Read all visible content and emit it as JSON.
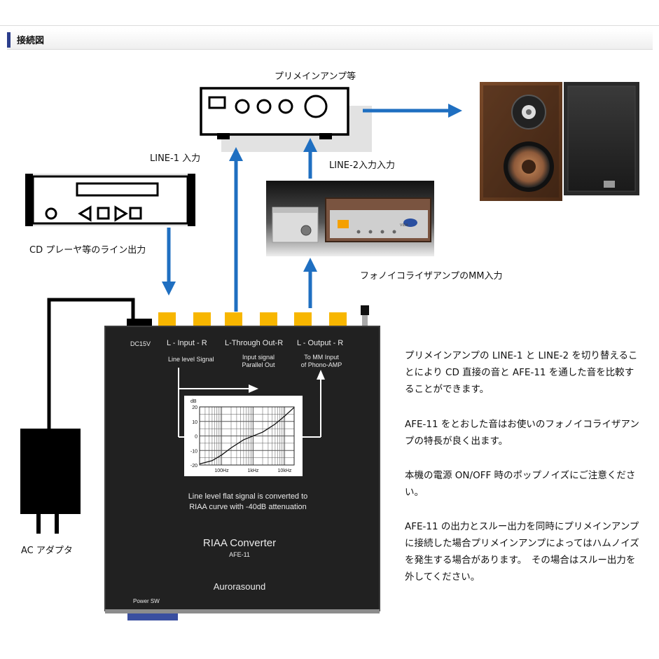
{
  "section": {
    "title": "接続図"
  },
  "labels": {
    "preamp": "プリメインアンプ等",
    "line1": "LINE-1 入力",
    "line2": "LINE-2入力入力",
    "cd": "CD プレーヤ等のライン出力",
    "phono": "フォノイコライザアンプのMM入力",
    "ac": "AC アダプタ"
  },
  "device": {
    "dc15v": "DC15V",
    "input": "L - Input - R",
    "through": "L-Through Out-R",
    "output": "L -  Output - R",
    "line_level": "Line level Signal",
    "input_parallel_1": "Input signal",
    "input_parallel_2": "Parallel Out",
    "to_mm_1": "To MM Input",
    "to_mm_2": "of Phono-AMP",
    "desc_1": "Line level flat signal is converted to",
    "desc_2": "RIAA curve with -40dB attenuation",
    "name": "RIAA Converter",
    "model": "AFE-11",
    "brand": "Aurorasound",
    "power": "Power SW"
  },
  "phono_amp": {
    "brand": "VIDA"
  },
  "chart_data": {
    "type": "line",
    "ylabel": "dB",
    "xticks": [
      "100Hz",
      "1kHz",
      "10kHz"
    ],
    "yticks": [
      20,
      10,
      0,
      -10,
      -20
    ],
    "ylim": [
      -20,
      20
    ],
    "xlim_hz": [
      20,
      20000
    ],
    "log_x": true,
    "grid": true,
    "series": [
      {
        "x": [
          20,
          50,
          100,
          200,
          500,
          1000,
          2000,
          5000,
          10000,
          20000
        ],
        "y": [
          -19.3,
          -17,
          -13.1,
          -8.2,
          -2.6,
          0,
          2.6,
          8.2,
          13.7,
          19.6
        ]
      }
    ]
  },
  "description": [
    "プリメインアンプの LINE-1 と LINE-2 を切り替えることにより CD 直接の音と AFE-11 を通した音を比較することができます。",
    "AFE-11 をとおした音はお使いのフォノイコライザアンプの特長が良く出ます。",
    "本機の電源 ON/OFF 時のポップノイズにご注意ください。",
    "AFE-11 の出力とスルー出力を同時にプリメインアンプに接続した場合プリメインアンプによってはハムノイズを発生する場合があります。　その場合はスルー出力を外してください。"
  ]
}
